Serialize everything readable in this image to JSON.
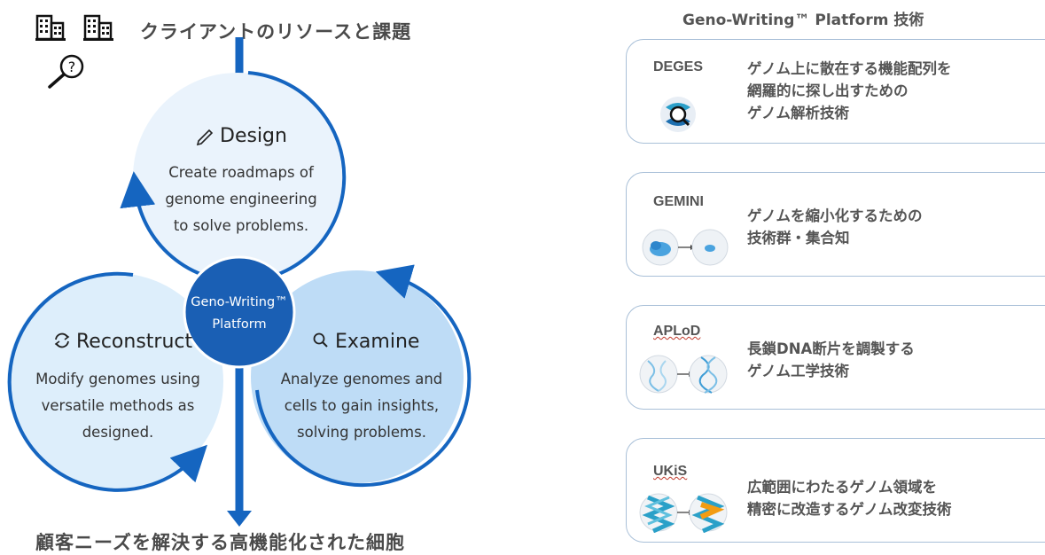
{
  "header": {
    "text": "クライアントのリソースと課題"
  },
  "footer": {
    "text": "顧客ニーズを解決する高機能化された細胞"
  },
  "cycle": {
    "design": {
      "title": "Design",
      "lines": [
        "Create roadmaps of",
        "genome engineering",
        "to solve problems."
      ]
    },
    "reconstruct": {
      "title": "Reconstruct",
      "lines": [
        "Modify genomes using",
        "versatile methods as",
        "designed."
      ]
    },
    "examine": {
      "title": "Examine",
      "lines": [
        "Analyze genomes and",
        "cells to gain insights,",
        "solving problems."
      ]
    },
    "hub": {
      "lines": [
        "Geno-Writing™",
        "Platform"
      ]
    }
  },
  "right_panel": {
    "title": "Geno-Writing™ Platform 技術",
    "cards": [
      {
        "name": "DEGES",
        "lines": [
          "ゲノム上に散在する機能配列を",
          "網羅的に探し出すための",
          "ゲノム解析技術"
        ]
      },
      {
        "name": "GEMINI",
        "lines": [
          "ゲノムを縮小化するための",
          "技術群・集合知"
        ]
      },
      {
        "name": "APLoD",
        "lines": [
          "長鎖DNA断片を調製する",
          "ゲノム工学技術"
        ]
      },
      {
        "name": "UKiS",
        "lines": [
          "広範囲にわたるゲノム領域を",
          "精密に改造するゲノム改変技術"
        ]
      }
    ]
  },
  "colors": {
    "ring": "#1565c0",
    "design_fill": "#eaf3fc",
    "reconstruct_fill": "#ddeefb",
    "examine_fill": "#bedcf6",
    "hub": "#1a5fb4",
    "card_border": "#a9c0d8"
  }
}
